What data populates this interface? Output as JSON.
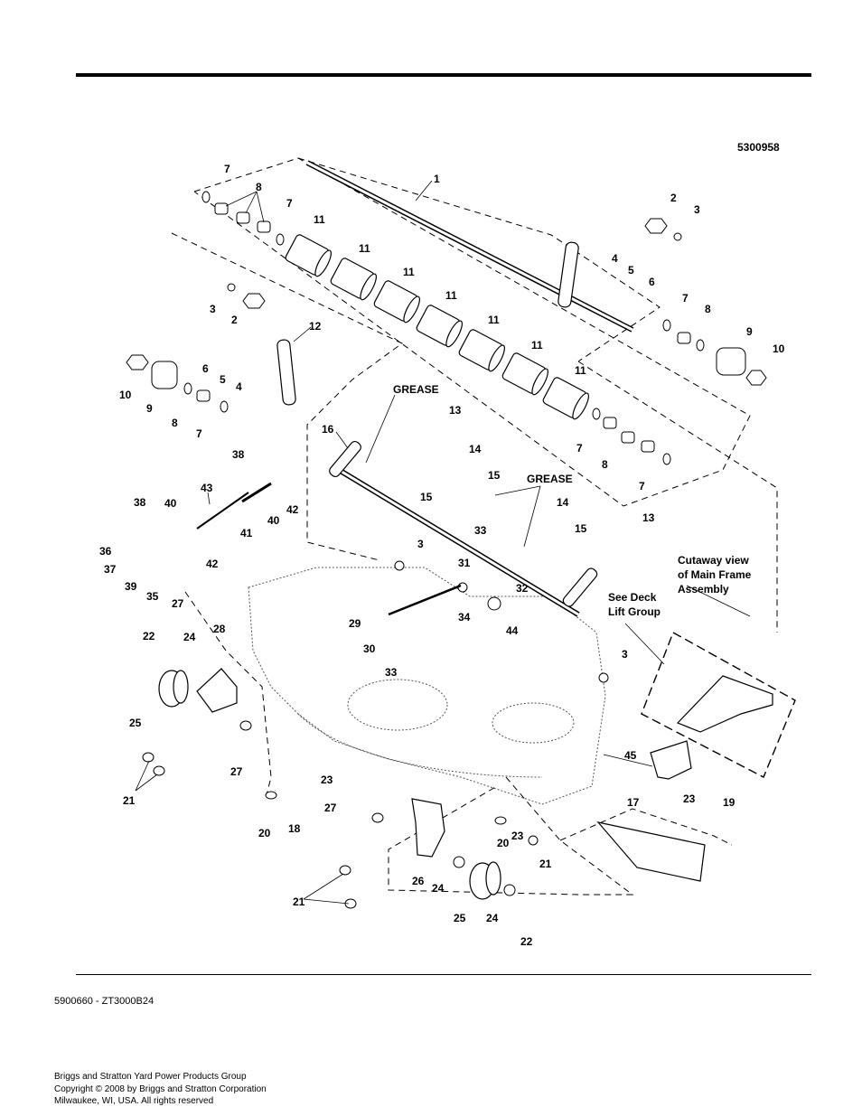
{
  "figure_number": "5300958",
  "document_code": "5900660 - ZT3000B24",
  "footer": {
    "line1": "Briggs and Stratton Yard Power Products Group",
    "line2": "Copyright ©  2008 by Briggs and Stratton Corporation",
    "line3": "Milwaukee, WI, USA. All rights reserved"
  },
  "annotations": {
    "grease_1": "GREASE",
    "grease_2": "GREASE",
    "see_deck_1": "See Deck",
    "see_deck_2": "Lift Group",
    "cutaway_1": "Cutaway view",
    "cutaway_2": "of Main Frame",
    "cutaway_3": "Assembly"
  },
  "callouts": [
    {
      "n": "1"
    },
    {
      "n": "2"
    },
    {
      "n": "3"
    },
    {
      "n": "4"
    },
    {
      "n": "5"
    },
    {
      "n": "6"
    },
    {
      "n": "7"
    },
    {
      "n": "8"
    },
    {
      "n": "7"
    },
    {
      "n": "11"
    },
    {
      "n": "11"
    },
    {
      "n": "11"
    },
    {
      "n": "11"
    },
    {
      "n": "11"
    },
    {
      "n": "11"
    },
    {
      "n": "11"
    },
    {
      "n": "3"
    },
    {
      "n": "2"
    },
    {
      "n": "12"
    },
    {
      "n": "6"
    },
    {
      "n": "5"
    },
    {
      "n": "4"
    },
    {
      "n": "10"
    },
    {
      "n": "9"
    },
    {
      "n": "8"
    },
    {
      "n": "7"
    },
    {
      "n": "7"
    },
    {
      "n": "8"
    },
    {
      "n": "9"
    },
    {
      "n": "10"
    },
    {
      "n": "7"
    },
    {
      "n": "8"
    },
    {
      "n": "7"
    },
    {
      "n": "13"
    },
    {
      "n": "16"
    },
    {
      "n": "14"
    },
    {
      "n": "15"
    },
    {
      "n": "15"
    },
    {
      "n": "14"
    },
    {
      "n": "15"
    },
    {
      "n": "13"
    },
    {
      "n": "38"
    },
    {
      "n": "43"
    },
    {
      "n": "42"
    },
    {
      "n": "40"
    },
    {
      "n": "38"
    },
    {
      "n": "40"
    },
    {
      "n": "41"
    },
    {
      "n": "36"
    },
    {
      "n": "37"
    },
    {
      "n": "42"
    },
    {
      "n": "39"
    },
    {
      "n": "35"
    },
    {
      "n": "27"
    },
    {
      "n": "3"
    },
    {
      "n": "33"
    },
    {
      "n": "31"
    },
    {
      "n": "32"
    },
    {
      "n": "34"
    },
    {
      "n": "44"
    },
    {
      "n": "29"
    },
    {
      "n": "30"
    },
    {
      "n": "33"
    },
    {
      "n": "3"
    },
    {
      "n": "22"
    },
    {
      "n": "24"
    },
    {
      "n": "28"
    },
    {
      "n": "25"
    },
    {
      "n": "27"
    },
    {
      "n": "21"
    },
    {
      "n": "23"
    },
    {
      "n": "20"
    },
    {
      "n": "18"
    },
    {
      "n": "45"
    },
    {
      "n": "17"
    },
    {
      "n": "23"
    },
    {
      "n": "19"
    },
    {
      "n": "27"
    },
    {
      "n": "20"
    },
    {
      "n": "23"
    },
    {
      "n": "21"
    },
    {
      "n": "26"
    },
    {
      "n": "24"
    },
    {
      "n": "21"
    },
    {
      "n": "25"
    },
    {
      "n": "24"
    },
    {
      "n": "22"
    }
  ]
}
